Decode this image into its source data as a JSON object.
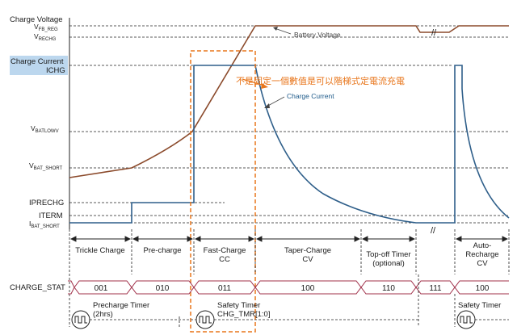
{
  "left_labels": {
    "charge_voltage": "Charge Voltage",
    "vfb_reg": "V",
    "vfb_reg_sub": "FB_REG",
    "vrechg": "V",
    "vrechg_sub": "RECHG",
    "charge_current": "Charge Current",
    "ichg": "ICHG",
    "vbatlowv": "V",
    "vbatlowv_sub": "BATLOWV",
    "vbat_short": "V",
    "vbat_short_sub": "BAT_SHORT",
    "iprechg": "IPRECHG",
    "iterm": "ITERM",
    "ibat_short": "I",
    "ibat_short_sub": "BAT_SHORT"
  },
  "curve_labels": {
    "battery_voltage": "Battery Voltage",
    "charge_current": "Charge Current"
  },
  "annotation": "不是固定一個數值是可以階梯式定電流充電",
  "phases": [
    {
      "line1": "Trickle Charge",
      "line2": ""
    },
    {
      "line1": "Pre-charge",
      "line2": ""
    },
    {
      "line1": "Fast-Charge",
      "line2": "CC"
    },
    {
      "line1": "Taper-Charge",
      "line2": "CV"
    },
    {
      "line1": "Top-off Timer",
      "line2": "(optional)"
    },
    {
      "line1": "Auto-",
      "line2": "Recharge",
      "line3": "CV"
    }
  ],
  "charge_stat_label": "CHARGE_STAT",
  "charge_stat_values": [
    "001",
    "010",
    "011",
    "100",
    "110",
    "111",
    "100"
  ],
  "timers": {
    "precharge_line1": "Precharge Timer",
    "precharge_line2": "(2hrs)",
    "safety_line1": "Safety Timer",
    "safety_line2": "CHG_TMR[1:0]",
    "auto_safety": "Safety Timer"
  },
  "break_symbol": "//",
  "colors": {
    "voltage": "#8b4a2b",
    "current": "#2f5f8a",
    "highlight_box": "#e8761c",
    "highlight_label": "#bcd7ee",
    "stat_line": "#a0304a"
  }
}
